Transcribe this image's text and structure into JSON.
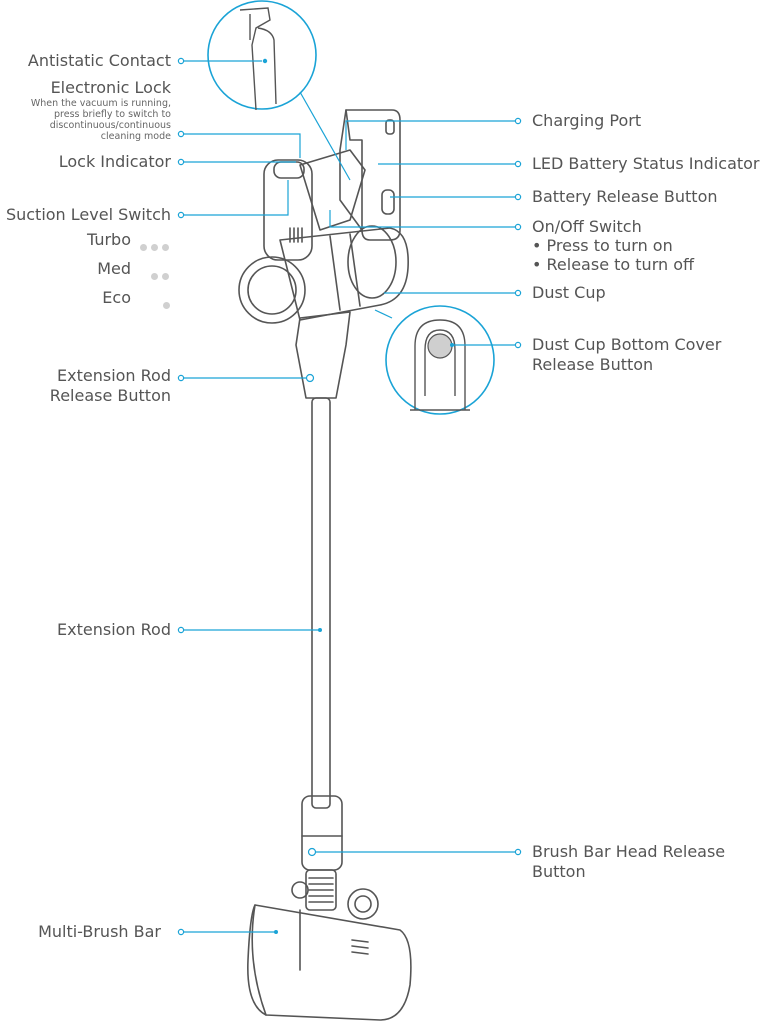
{
  "colors": {
    "accent": "#1aa3d6",
    "outline": "#555555",
    "text": "#555555"
  },
  "labels_left": {
    "antistatic_contact": "Antistatic Contact",
    "electronic_lock": "Electronic Lock",
    "electronic_lock_note": [
      "When the vacuum is running,",
      "press briefly to switch to",
      "discontinuous/continuous",
      "cleaning mode"
    ],
    "lock_indicator": "Lock Indicator",
    "suction_level_switch": "Suction Level Switch",
    "suction_levels": [
      {
        "name": "Turbo",
        "dots": 3
      },
      {
        "name": "Med",
        "dots": 2
      },
      {
        "name": "Eco",
        "dots": 1
      }
    ],
    "extension_rod_release": [
      "Extension Rod",
      "Release Button"
    ],
    "extension_rod": "Extension Rod",
    "multi_brush_bar": "Multi-Brush Bar"
  },
  "labels_right": {
    "charging_port": "Charging Port",
    "led_battery": "LED Battery Status Indicator",
    "battery_release": "Battery Release Button",
    "on_off_switch": "On/Off Switch",
    "on_off_notes": [
      "• Press to turn on",
      "• Release to turn off"
    ],
    "dust_cup": "Dust Cup",
    "dust_cup_cover_release": [
      "Dust Cup Bottom Cover",
      "Release Button"
    ],
    "brush_bar_head_release": [
      "Brush Bar Head Release",
      "Button"
    ]
  }
}
